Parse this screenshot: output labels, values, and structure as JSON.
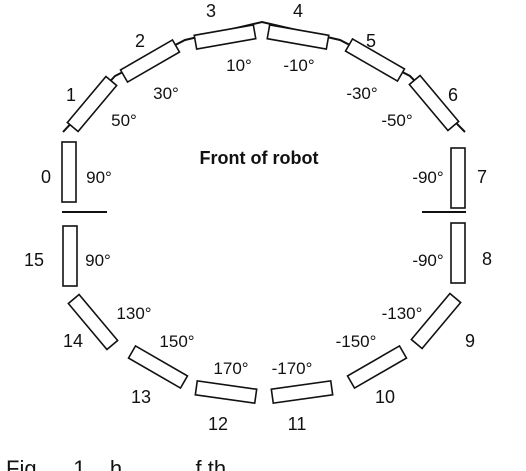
{
  "diagram": {
    "title": "Front of robot",
    "caption_fragment": "Fig      1    h            f th",
    "sensors": [
      {
        "id": "0",
        "angle": "90°"
      },
      {
        "id": "1",
        "angle": "50°"
      },
      {
        "id": "2",
        "angle": "30°"
      },
      {
        "id": "3",
        "angle": "10°"
      },
      {
        "id": "4",
        "angle": "-10°"
      },
      {
        "id": "5",
        "angle": "-30°"
      },
      {
        "id": "6",
        "angle": "-50°"
      },
      {
        "id": "7",
        "angle": "-90°"
      },
      {
        "id": "8",
        "angle": "-90°"
      },
      {
        "id": "9",
        "angle": "-130°"
      },
      {
        "id": "10",
        "angle": "-150°"
      },
      {
        "id": "11",
        "angle": "-170°"
      },
      {
        "id": "12",
        "angle": "170°"
      },
      {
        "id": "13",
        "angle": "150°"
      },
      {
        "id": "14",
        "angle": "130°"
      },
      {
        "id": "15",
        "angle": "90°"
      }
    ]
  }
}
